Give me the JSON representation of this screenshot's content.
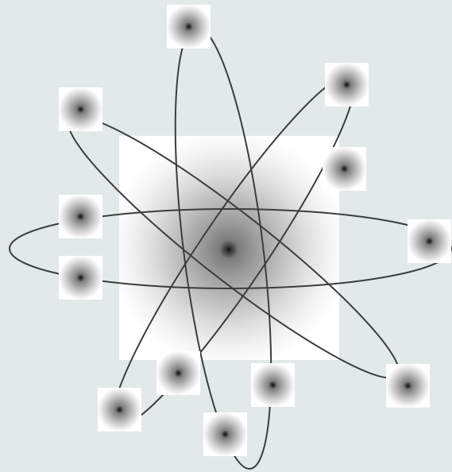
{
  "diagram": {
    "subject": "atom",
    "nucleus_icon": "nucleus-glow",
    "electron_icon": "electron-glow",
    "electron_count": 12,
    "orbit_count": 4,
    "colors": {
      "background": "#e3e9e9",
      "orbit_stroke": "#3d3d3d",
      "tile": "#ffffff"
    }
  }
}
